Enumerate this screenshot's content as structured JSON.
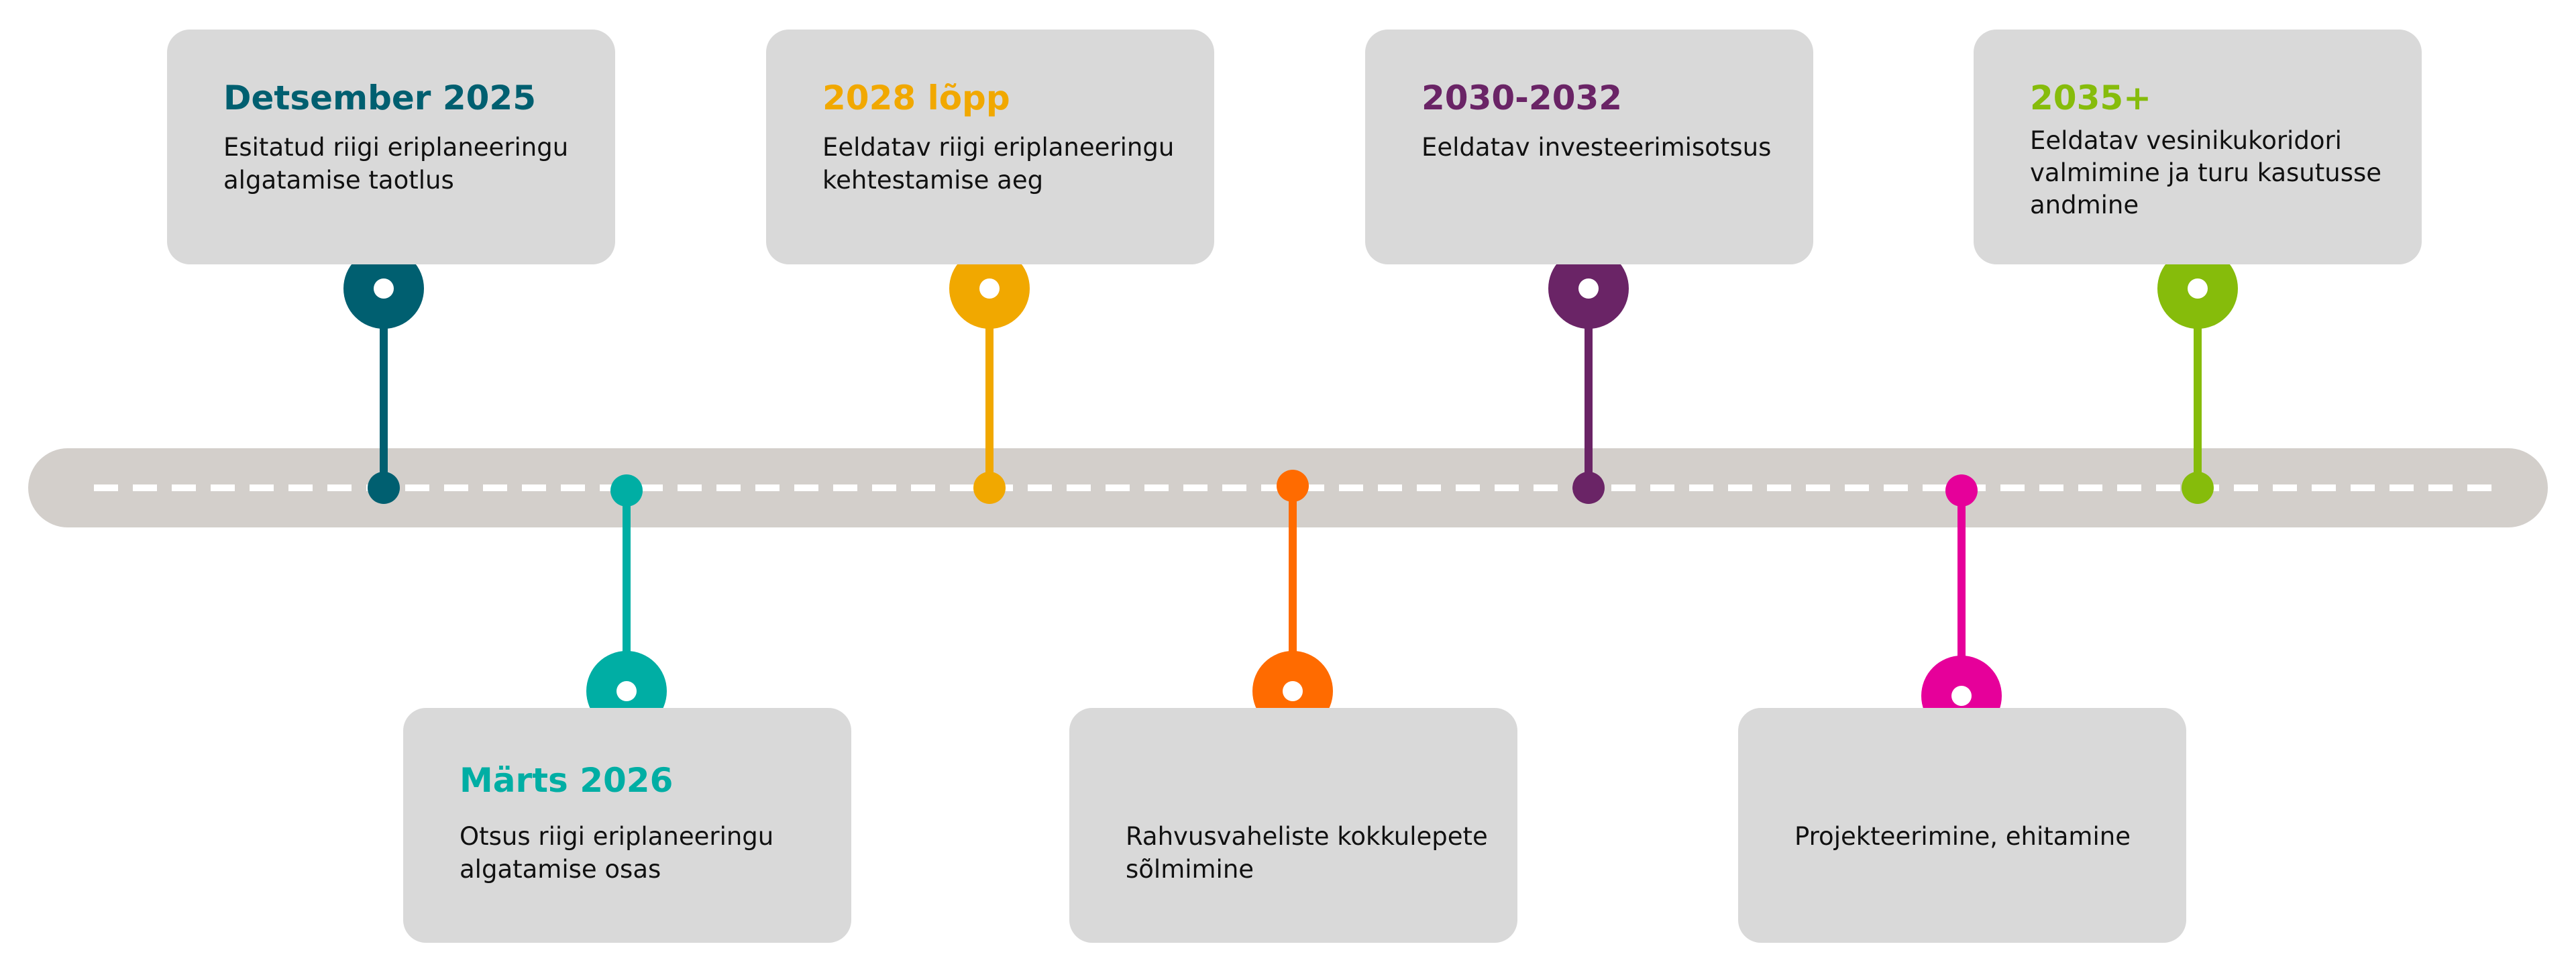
{
  "colors": {
    "track": "#d3cfcb",
    "dash": "#ffffff",
    "card": "#d9d9d9"
  },
  "milestones": [
    {
      "title": "Detsember 2025",
      "text": "Esitatud riigi eriplaneeringu algatamise taotlus",
      "color": "#005f70",
      "side": "top"
    },
    {
      "title": "Märts 2026",
      "text": "Otsus riigi eriplaneeringu algatamise osas",
      "color": "#00aea4",
      "side": "bottom"
    },
    {
      "title": "2028 lõpp",
      "text": "Eeldatav riigi eriplaneeringu kehtestamise aeg",
      "color": "#f1a800",
      "side": "top"
    },
    {
      "title": "",
      "text": "Rahvusvaheliste kokkulepete sõlmimine",
      "color": "#ff6b00",
      "side": "bottom"
    },
    {
      "title": "2030-2032",
      "text": "Eeldatav investeerimisotsus",
      "color": "#6a2466",
      "side": "top"
    },
    {
      "title": "",
      "text": "Projekteerimine, ehitamine",
      "color": "#e6009a",
      "side": "bottom"
    },
    {
      "title": "2035+",
      "text": "Eeldatav vesinikukoridori valmimine ja turu kasutusse andmine",
      "color": "#86bc0b",
      "side": "top"
    }
  ]
}
